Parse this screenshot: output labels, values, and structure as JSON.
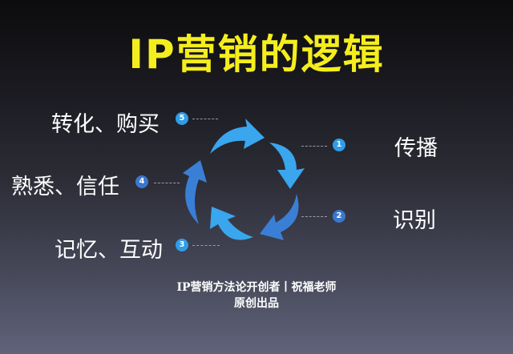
{
  "title": "IP营销的逻辑",
  "colors": {
    "title": "#f5ee1e",
    "arrow_light": "#3aa6ee",
    "arrow_dark": "#3a7fd6",
    "badge_light": "#2f9de8",
    "badge_dark": "#3a78cf",
    "text": "#ffffff"
  },
  "steps": [
    {
      "number": "1",
      "label": "传播"
    },
    {
      "number": "2",
      "label": "识别"
    },
    {
      "number": "3",
      "label": "记忆、互动"
    },
    {
      "number": "4",
      "label": "熟悉、信任"
    },
    {
      "number": "5",
      "label": "转化、购买"
    }
  ],
  "cycle_icon": "circular-arrows-icon",
  "footer": {
    "line1": "IP营销方法论开创者丨祝福老师",
    "line2": "原创出品"
  }
}
